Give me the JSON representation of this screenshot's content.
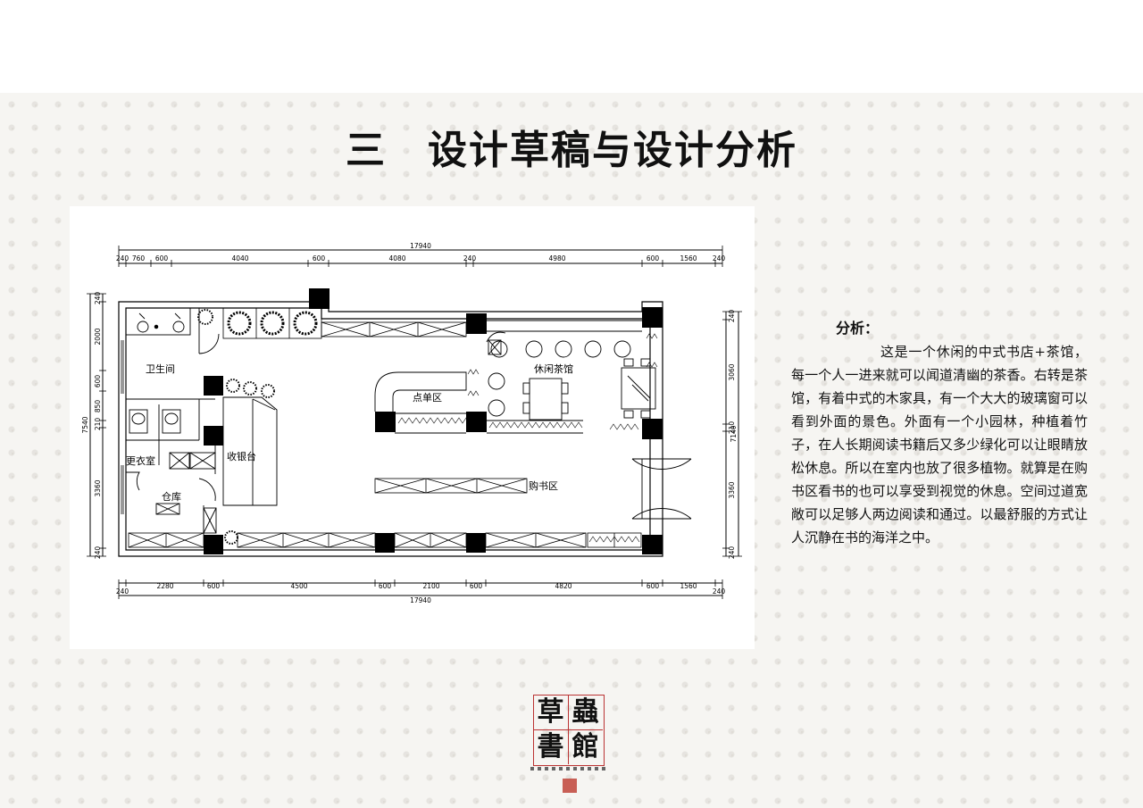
{
  "title": {
    "number": "三",
    "text": "设计草稿与设计分析"
  },
  "plan": {
    "rooms": {
      "toilet": "卫生间",
      "dressing": "更衣室",
      "storage": "仓库",
      "cashier": "收银台",
      "order": "点单区",
      "tea": "休闲茶馆",
      "books": "购书区"
    },
    "dims": {
      "top_total": "17940",
      "bottom_total": "17940",
      "top": [
        "240",
        "760",
        "600",
        "4040",
        "600",
        "4080",
        "240",
        "4980",
        "600",
        "1560",
        "240"
      ],
      "bottom": [
        "240",
        "2280",
        "600",
        "4500",
        "600",
        "2100",
        "600",
        "4820",
        "600",
        "1560",
        "240"
      ],
      "left_total": "7540",
      "left": [
        "240",
        "2000",
        "600",
        "850",
        "210",
        "3360",
        "240"
      ],
      "right_total": "7140",
      "right": [
        "240",
        "3060",
        "210",
        "3360",
        "240"
      ]
    }
  },
  "analysis": {
    "heading": "分析：",
    "body": "这是一个休闲的中式书店+茶馆，每一个人一进来就可以闻道清幽的茶香。右转是茶馆，有着中式的木家具，有一个大大的玻璃窗可以看到外面的景色。外面有一个小园林，种植着竹子，在人长期阅读书籍后又多少绿化可以让眼睛放松休息。所以在室内也放了很多植物。就算是在购书区看书的也可以享受到视觉的休息。空间过道宽敞可以足够人两边阅读和通过。以最舒服的方式让人沉静在书的海洋之中。"
  },
  "logo": {
    "chars": [
      "草",
      "蟲",
      "書",
      "館"
    ]
  },
  "colors": {
    "seal": "#c0443a",
    "frame": "#b33333"
  }
}
